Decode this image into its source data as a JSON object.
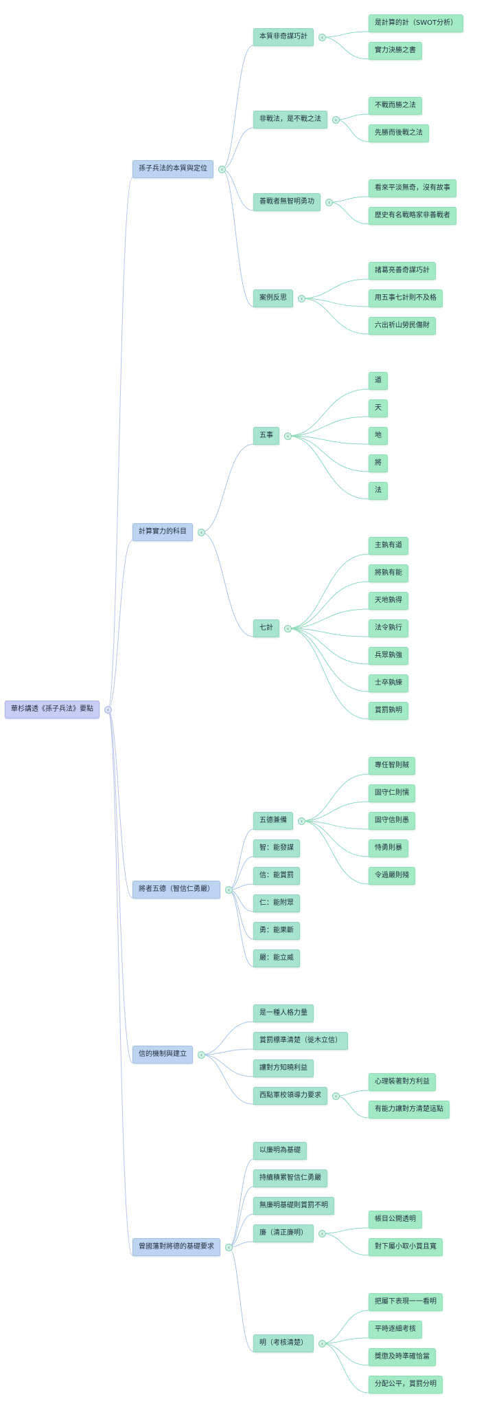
{
  "mindmap": {
    "root": {
      "label": "華杉講透《孫子兵法》要點",
      "children": [
        {
          "label": "孫子兵法的本質與定位",
          "children": [
            {
              "label": "本質非奇謀巧計",
              "children": [
                {
                  "label": "是計算的計（SWOT分析）"
                },
                {
                  "label": "實力決勝之書"
                }
              ]
            },
            {
              "label": "非戰法，是不戰之法",
              "children": [
                {
                  "label": "不戰而勝之法"
                },
                {
                  "label": "先勝而後戰之法"
                }
              ]
            },
            {
              "label": "善戰者無智明勇功",
              "children": [
                {
                  "label": "看來平淡無奇，沒有故事"
                },
                {
                  "label": "歷史有名戰略家非善戰者"
                }
              ]
            },
            {
              "label": "案例反思",
              "children": [
                {
                  "label": "諸葛亮善奇謀巧計"
                },
                {
                  "label": "用五事七計則不及格"
                },
                {
                  "label": "六出祈山勞民傷財"
                }
              ]
            }
          ]
        },
        {
          "label": "計算實力的科目",
          "children": [
            {
              "label": "五事",
              "children": [
                {
                  "label": "道"
                },
                {
                  "label": "天"
                },
                {
                  "label": "地"
                },
                {
                  "label": "將"
                },
                {
                  "label": "法"
                }
              ]
            },
            {
              "label": "七計",
              "children": [
                {
                  "label": "主孰有道"
                },
                {
                  "label": "將孰有能"
                },
                {
                  "label": "天地孰得"
                },
                {
                  "label": "法令孰行"
                },
                {
                  "label": "兵眾孰強"
                },
                {
                  "label": "士卒孰練"
                },
                {
                  "label": "賞罰孰明"
                }
              ]
            }
          ]
        },
        {
          "label": "將者五德（智信仁勇嚴）",
          "children": [
            {
              "label": "五德兼備",
              "children": [
                {
                  "label": "專任智則賊"
                },
                {
                  "label": "固守仁則懦"
                },
                {
                  "label": "固守信則愚"
                },
                {
                  "label": "恃勇則暴"
                },
                {
                  "label": "令過嚴則殘"
                }
              ]
            },
            {
              "label": "智：能發謀"
            },
            {
              "label": "信：能賞罰"
            },
            {
              "label": "仁：能附眾"
            },
            {
              "label": "勇：能果斷"
            },
            {
              "label": "嚴：能立威"
            }
          ]
        },
        {
          "label": "信的機制與建立",
          "children": [
            {
              "label": "是一種人格力量"
            },
            {
              "label": "賞罰標準清楚（徙木立信）"
            },
            {
              "label": "讓對方知曉利益"
            },
            {
              "label": "西點軍校領導力要求",
              "children": [
                {
                  "label": "心理裝著對方利益"
                },
                {
                  "label": "有能力讓對方清楚這點"
                }
              ]
            }
          ]
        },
        {
          "label": "曾國藩對將德的基礎要求",
          "children": [
            {
              "label": "以廉明為基礎"
            },
            {
              "label": "持續積累智信仁勇嚴"
            },
            {
              "label": "無廉明基礎則賞罰不明"
            },
            {
              "label": "廉（清正廉明）",
              "children": [
                {
                  "label": "帳目公開透明"
                },
                {
                  "label": "對下屬小取小賞且寬"
                }
              ]
            },
            {
              "label": "明（考核清楚）",
              "children": [
                {
                  "label": "把屬下表現一一看明"
                },
                {
                  "label": "平時逐細考核"
                },
                {
                  "label": "獎懲及時準確恰當"
                },
                {
                  "label": "分配公平，賞罰分明"
                }
              ]
            }
          ]
        }
      ]
    }
  }
}
